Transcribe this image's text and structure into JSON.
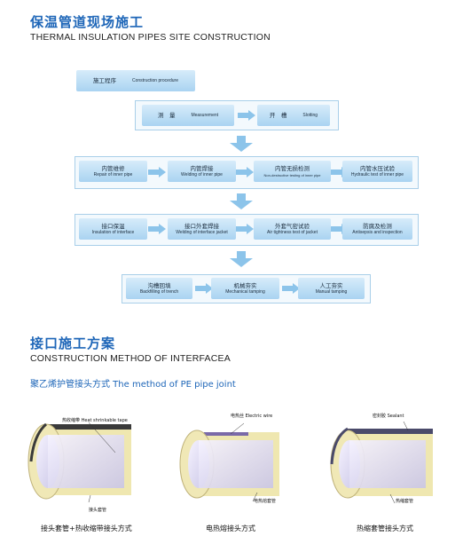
{
  "section1": {
    "title_cn": "保温管道现场施工",
    "title_en": "THERMAL INSULATION PIPES SITE CONSTRUCTION"
  },
  "flow": {
    "proc": {
      "cn": "施工程序",
      "en": "Construction procedure"
    },
    "measure": {
      "cn": "测　量",
      "en": "Measurement"
    },
    "slot": {
      "cn": "开　槽",
      "en": "Slotting"
    },
    "repair": {
      "cn": "内管维修",
      "en": "Repair of inner pipe"
    },
    "weld": {
      "cn": "内管焊接",
      "en": "Welding of inner pipe"
    },
    "ndt": {
      "cn": "内管无损检测",
      "en": "Non-destructive testing of inner pipe"
    },
    "hydro": {
      "cn": "内管水压试验",
      "en": "Hydraulic test of inner pipe"
    },
    "insul": {
      "cn": "接口保温",
      "en": "Insulation of interface"
    },
    "jacket": {
      "cn": "接口外套焊接",
      "en": "Welding of interface jacket"
    },
    "air": {
      "cn": "外套气密试验",
      "en": "Air tightness test of jacket"
    },
    "anti": {
      "cn": "防腐及检测",
      "en": "Antisepsis and inspection"
    },
    "backfill": {
      "cn": "沟槽回填",
      "en": "Backfilling of trench"
    },
    "mech": {
      "cn": "机械夯实",
      "en": "Mechanical tamping"
    },
    "manual": {
      "cn": "人工夯实",
      "en": "Manual tamping"
    }
  },
  "section2": {
    "title_cn": "接口施工方案",
    "title_en": "CONSTRUCTION METHOD OF INTERFACEA",
    "subtitle": "聚乙烯护管接头方式  The method of PE pipe joint"
  },
  "pipes": [
    {
      "top_label": "热收缩带",
      "top_label_en": "Heat shrinkable tape",
      "bottom_label": "接头套管",
      "caption": "接头套管+热收缩带接头方式"
    },
    {
      "top_label": "电热丝",
      "top_label_en": "Electric wire",
      "bottom_label": "电热熔套管",
      "caption": "电热熔接头方式"
    },
    {
      "top_label": "密封胶",
      "top_label_en": "Sealant",
      "bottom_label": "热缩套管",
      "caption": "热缩套管接头方式"
    }
  ],
  "colors": {
    "accent": "#1e66b8",
    "node": "#bfe0f6",
    "arrow": "#8cc4ea",
    "foam": "#efe7b0"
  }
}
